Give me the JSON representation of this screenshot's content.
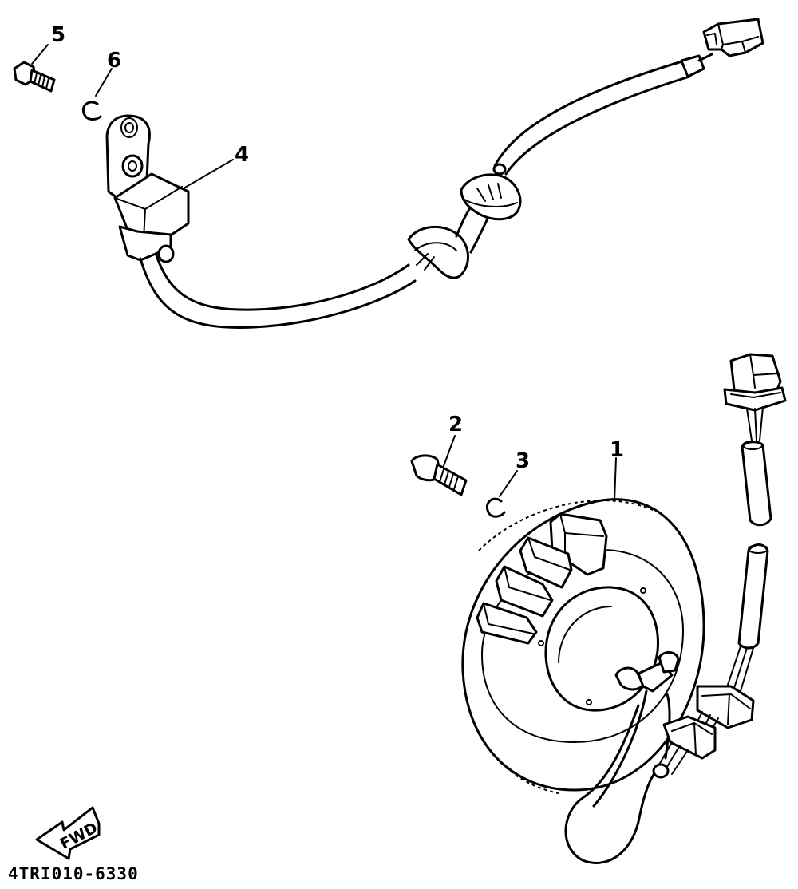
{
  "diagram": {
    "callouts": [
      {
        "id": "1",
        "label": "1"
      },
      {
        "id": "2",
        "label": "2"
      },
      {
        "id": "3",
        "label": "3"
      },
      {
        "id": "4",
        "label": "4"
      },
      {
        "id": "5",
        "label": "5"
      },
      {
        "id": "6",
        "label": "6"
      }
    ],
    "direction_arrow": {
      "label": "FWD"
    },
    "drawing_code": "4TRI010-6330"
  }
}
